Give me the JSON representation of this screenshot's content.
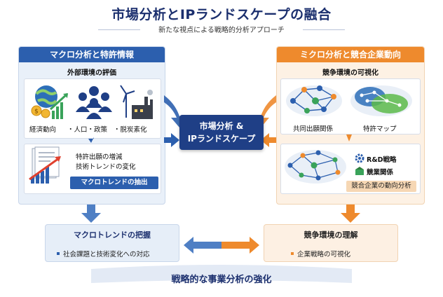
{
  "title": "市場分析とIPランドスケープの融合",
  "subtitle": "新たな視点による戦略的分析アプローチ",
  "left_panel": {
    "header": "マクロ分析と特許情報",
    "section_title": "外部環境の評価",
    "icon_labels": [
      "経済動向",
      "・人口・政策",
      "・脱炭素化"
    ],
    "patent_lines": [
      "特許出願の増減",
      "技術トレンドの変化"
    ],
    "banner": "マクロトレンドの抽出"
  },
  "right_panel": {
    "header": "ミクロ分析と競合企業動向",
    "section_title": "競争環境の可視化",
    "network_labels": [
      "共同出願関係",
      "特許マップ"
    ],
    "legend": [
      "R&D戦略",
      "競業関係"
    ],
    "banner": "競合企業の動向分析"
  },
  "center": {
    "line1": "市場分析 &",
    "line2": "IPランドスケープ"
  },
  "bottom_left": {
    "title": "マクロトレンドの把握",
    "item": "社会課題と技術変化への対応"
  },
  "bottom_right": {
    "title": "競争環境の理解",
    "item": "企業戦略の可視化"
  },
  "footer": "戦略的な事業分析の強化",
  "colors": {
    "blue": "#2c5fae",
    "navy": "#1f3f86",
    "orange": "#ee8a2d",
    "light_blue": "#e6eef8",
    "light_orange": "#fdf0e3"
  }
}
